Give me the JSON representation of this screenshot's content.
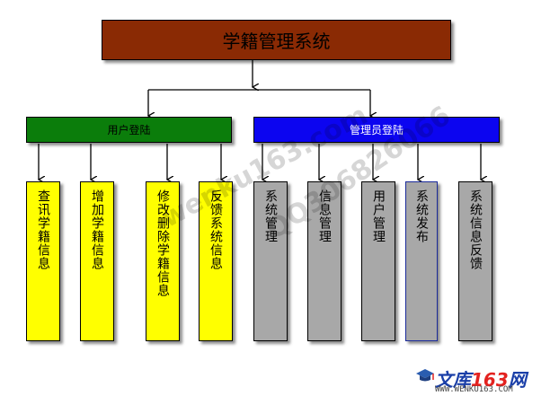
{
  "diagram": {
    "title": "学籍管理系统",
    "categories": [
      {
        "label": "用户登陆",
        "color": "#0b7d0b"
      },
      {
        "label": "管理员登陆",
        "color": "#0c05f0"
      }
    ],
    "leaves": [
      {
        "label": "查讯学籍信息",
        "group": "用户登陆",
        "color": "#ffff00"
      },
      {
        "label": "增加学籍信息",
        "group": "用户登陆",
        "color": "#ffff00"
      },
      {
        "label": "修改删除学籍信息",
        "group": "用户登陆",
        "color": "#ffff00"
      },
      {
        "label": "反馈系统信息",
        "group": "用户登陆",
        "color": "#ffff00"
      },
      {
        "label": "系统管理",
        "group": "管理员登陆",
        "color": "#a8a8a8"
      },
      {
        "label": "信息管理",
        "group": "管理员登陆",
        "color": "#a8a8a8"
      },
      {
        "label": "用户管理",
        "group": "管理员登陆",
        "color": "#a8a8a8"
      },
      {
        "label": "系统发布",
        "group": "管理员登陆",
        "color": "#a8a8a8"
      },
      {
        "label": "系统信息反馈",
        "group": "管理员登陆",
        "color": "#a8a8a8"
      }
    ]
  },
  "watermarks": {
    "site": "wenku163.com",
    "qq": "QQ306826066"
  },
  "logo": {
    "name_prefix": "文库",
    "name_number": "163",
    "name_suffix": "网",
    "url": "WWW.WENKU163.COM",
    "icon": "graduation-cap-icon"
  }
}
